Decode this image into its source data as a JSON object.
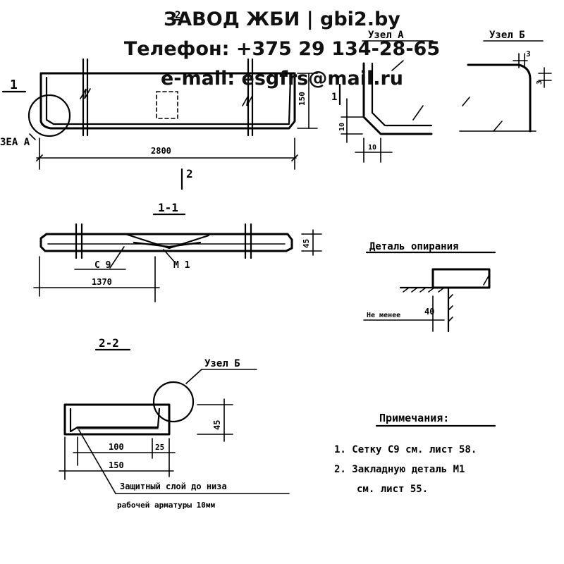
{
  "header": {
    "line1": "ЗАВОД ЖБИ | gbi2.by",
    "line2": "Телефон: +375 29 134-28-65",
    "line3": "e-mail: esgfrs@mail.ru"
  },
  "plan": {
    "section_mark_left": "1",
    "section_mark_bottom": "2",
    "section_mark_top": "2",
    "node_a_label": "ЗЕА А",
    "length_dim": "2800",
    "height_dim": "150"
  },
  "node_a": {
    "title": "Узел А",
    "section_mark": "1",
    "dim_vertical": "10",
    "dim_horizontal": "10"
  },
  "node_b": {
    "title": "Узел Б",
    "dim_horizontal": "3",
    "dim_vertical": "3"
  },
  "section_1": {
    "title": "1-1",
    "mesh_label": "С 9",
    "embed_label": "М 1",
    "dim_length": "1370",
    "dim_height": "45"
  },
  "support_detail": {
    "title": "Деталь опирания",
    "min_label": "Не менее",
    "min_value": "40"
  },
  "section_2": {
    "title": "2-2",
    "node_b_label": "Узел Б",
    "dim_height": "45",
    "dim_inner": "100",
    "dim_side": "25",
    "dim_width": "150",
    "cover_note_line1": "Защитный слой до низа",
    "cover_note_line2": "рабочей арматуры 10мм"
  },
  "notes": {
    "title": "Примечания:",
    "items": [
      "1. Сетку С9 см. лист 58.",
      "2. Закладную деталь М1",
      "см. лист 55."
    ]
  }
}
